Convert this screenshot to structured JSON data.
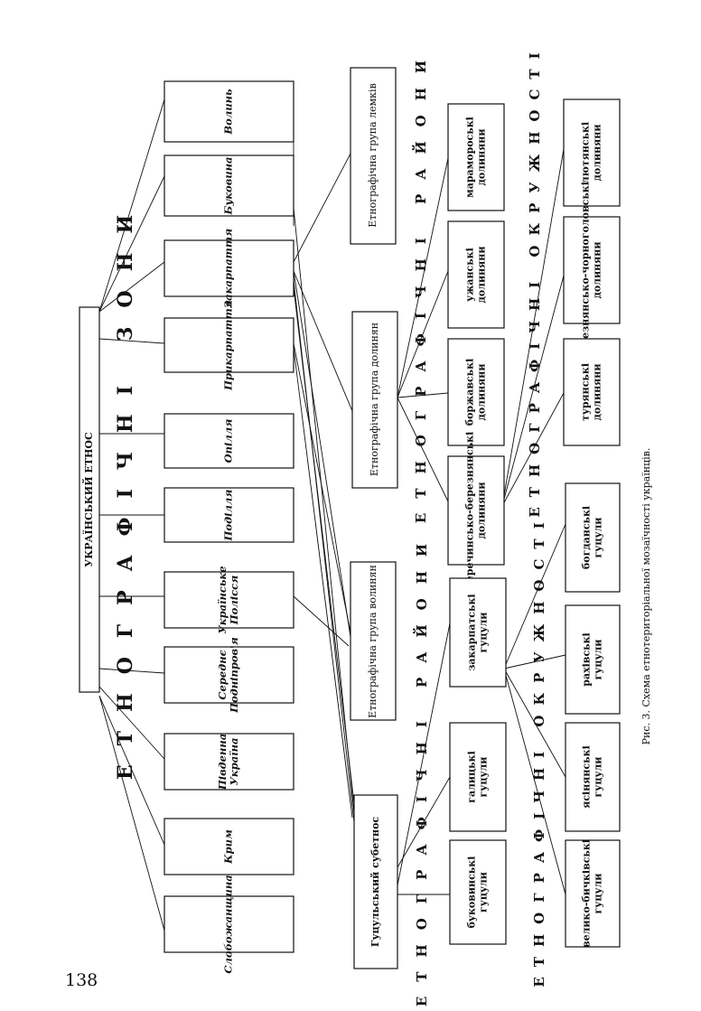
{
  "page_number": "138",
  "caption": "Рис. 3. Схема етнотериторіальної мозаїчності українців.",
  "root": "УКРАЇНСЬКИЙ ЕТНОС",
  "zones_label": "ЕТНОГРАФІЧНІ ЗОНИ",
  "zones": [
    "Волинь",
    "Буковина",
    "Закарпаття",
    "Прикарпаття",
    "Опілля",
    "Поділля",
    "Українське Полісся",
    "Середнє Подніпров'я",
    "Південна Україна",
    "Крим",
    "Слобожанщина"
  ],
  "groups": {
    "lemky": "Етнографічна група лемків",
    "dolyniany": "Етнографічна група долинян",
    "volyniany": "Етнографічна група волинян",
    "hutsul": "Гуцульський субетнос"
  },
  "regions_label": "ЕТНОГРАФІЧНІ РАЙОНИ",
  "okruzhnosti_label": "ЕТНОГРАФІЧНІ ОКРУЖНОСТІ",
  "dolyniany_regions": [
    "мараморoські долиняни",
    "ужанські долиняни",
    "боржавські долиняни",
    "перечинсько-березнянські долиняни"
  ],
  "dolyniany_okruzhnosti": [
    "лютянські долиняни",
    "березнянсько-чорноголовські долиняни",
    "турянські долиняни"
  ],
  "hutsul_regions": [
    "закарпатські гуцули",
    "галицькі гуцули",
    "буковинські гуцули"
  ],
  "hutsul_okruzhnosti": [
    "богданські гуцули",
    "рахівські гуцули",
    "ясінянські гуцули",
    "велико-бичківські гуцули"
  ]
}
